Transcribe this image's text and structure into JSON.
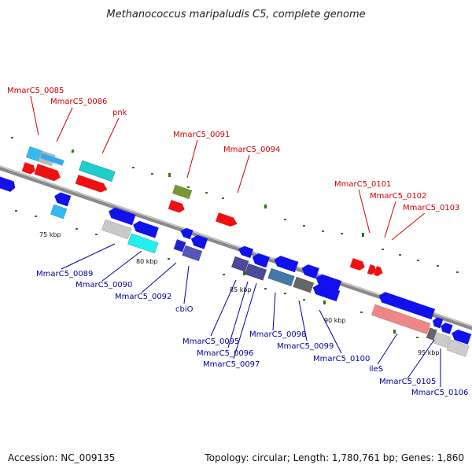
{
  "title": "Methanococcus maripaludis C5, complete genome",
  "footer": {
    "accession": "Accession: NC_009135",
    "summary": "Topology: circular; Length: 1,780,761 bp; Genes: 1,860"
  },
  "colors": {
    "top_label": "#cc0000",
    "bottom_label": "#000099",
    "tick": "#2a7a00",
    "backbone": "#888888"
  },
  "ticks": [
    {
      "label": "75 kbp"
    },
    {
      "label": "80 kbp"
    },
    {
      "label": "85 kbp"
    },
    {
      "label": "90 kbp"
    },
    {
      "label": "95 kbp"
    }
  ],
  "top_labels": [
    "MmarC5_0085",
    "MmarC5_0086",
    "pnk",
    "MmarC5_0091",
    "MmarC5_0094",
    "MmarC5_0101",
    "MmarC5_0102",
    "MmarC5_0103"
  ],
  "bottom_labels": [
    "MmarC5_0089",
    "MmarC5_0090",
    "MmarC5_0092",
    "cbiO",
    "MmarC5_0095",
    "MmarC5_0096",
    "MmarC5_0097",
    "MmarC5_0098",
    "MmarC5_0099",
    "MmarC5_0100",
    "ileS",
    "MmarC5_0105",
    "MmarC5_0106"
  ]
}
